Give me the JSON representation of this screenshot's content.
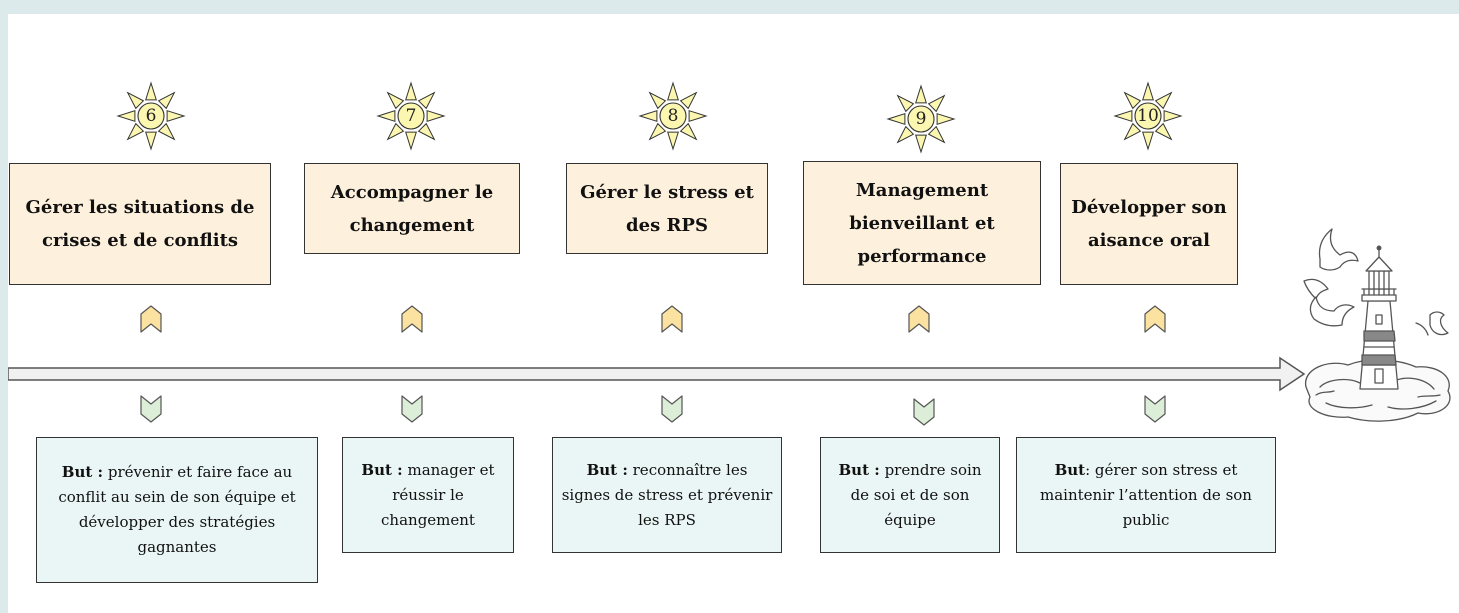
{
  "steps": [
    {
      "number": "6",
      "title": "Gérer les situations de crises et de conflits",
      "goal_label": "But :",
      "goal_text": "prévenir et faire face au conflit au sein de son équipe et développer des stratégies gagnantes"
    },
    {
      "number": "7",
      "title": "Accompagner le changement",
      "goal_label": "But :",
      "goal_text": "manager et réussir le changement"
    },
    {
      "number": "8",
      "title": "Gérer le stress et des RPS",
      "goal_label": "But :",
      "goal_text": "reconnaître les signes de stress et prévenir les RPS"
    },
    {
      "number": "9",
      "title": "Management bienveillant et performance",
      "goal_label": "But :",
      "goal_text": "prendre soin de soi et de son équipe"
    },
    {
      "number": "10",
      "title": "Développer son aisance oral",
      "goal_label": "But",
      "goal_text": ": gérer son stress et maintenir l’attention de son public"
    }
  ],
  "colors": {
    "title_box_fill": "#fdf0dc",
    "goal_box_fill": "#eaf6f5",
    "sun_fill": "#fbf7b0",
    "up_chevron_fill": "#fbe2a0",
    "down_chevron_fill": "#dceed8",
    "background": "#dceaec"
  },
  "icons": {
    "step_marker": "sun-icon",
    "up_marker": "chevron-up-icon",
    "down_marker": "chevron-down-icon",
    "destination": "lighthouse-icon"
  }
}
